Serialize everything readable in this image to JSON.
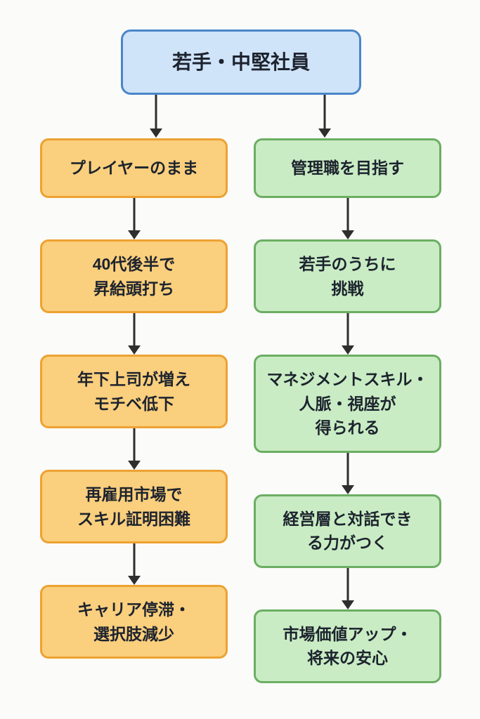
{
  "flowchart": {
    "root": {
      "label": "若手・中堅社員"
    },
    "branches": [
      {
        "id": "stay-player",
        "theme": "orange",
        "nodes": [
          {
            "label": "プレイヤーのまま"
          },
          {
            "label": "40代後半で\n昇給頭打ち"
          },
          {
            "label": "年下上司が増え\nモチベ低下"
          },
          {
            "label": "再雇用市場で\nスキル証明困難"
          },
          {
            "label": "キャリア停滞・\n選択肢減少"
          }
        ]
      },
      {
        "id": "aim-management",
        "theme": "green",
        "nodes": [
          {
            "label": "管理職を目指す"
          },
          {
            "label": "若手のうちに\n挑戦"
          },
          {
            "label": "マネジメントスキル・\n人脈・視座が\n得られる"
          },
          {
            "label": "経営層と対話でき\nる力がつく"
          },
          {
            "label": "市場価値アップ・\n将来の安心"
          }
        ]
      }
    ],
    "colors": {
      "background": "#fbfbfa",
      "root_fill": "#cfe3f9",
      "root_border": "#4a86c8",
      "orange_fill": "#facf7d",
      "orange_border": "#eda232",
      "green_fill": "#c9ecc4",
      "green_border": "#6cae62",
      "arrow": "#2e2e2e",
      "text": "#1d232e"
    }
  }
}
